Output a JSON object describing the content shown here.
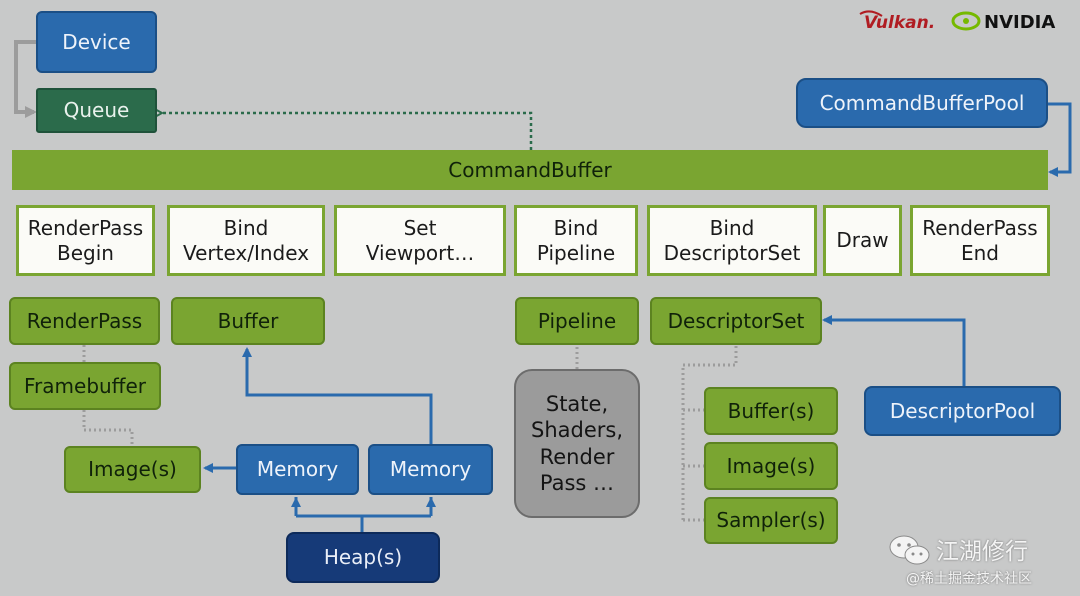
{
  "logos": {
    "vulkan": "Vulkan.",
    "nvidia": "NVIDIA"
  },
  "nodes": {
    "device": "Device",
    "queue": "Queue",
    "command_buffer_pool": "CommandBufferPool",
    "command_buffer": "CommandBuffer",
    "renderpass_begin": "RenderPass\nBegin",
    "bind_vertex_index": "Bind\nVertex/Index",
    "set_viewport": "Set\nViewport…",
    "bind_pipeline": "Bind\nPipeline",
    "bind_descriptor_set": "Bind\nDescriptorSet",
    "draw": "Draw",
    "renderpass_end": "RenderPass\nEnd",
    "renderpass": "RenderPass",
    "buffer": "Buffer",
    "pipeline": "Pipeline",
    "descriptor_set": "DescriptorSet",
    "framebuffer": "Framebuffer",
    "state_shaders": "State,\nShaders,\nRender\nPass …",
    "buffers": "Buffer(s)",
    "descriptor_pool": "DescriptorPool",
    "images_left": "Image(s)",
    "memory_1": "Memory",
    "memory_2": "Memory",
    "images_right": "Image(s)",
    "samplers": "Sampler(s)",
    "heaps": "Heap(s)"
  },
  "watermark": {
    "title": "江湖修行",
    "source": "@稀土掘金技术社区"
  },
  "colors": {
    "background": "#c8c9c9",
    "blue": "#2a6aad",
    "dark_blue": "#163a78",
    "green": "#7aa531",
    "teal_green": "#2b6b4b",
    "gray": "#9b9b9b",
    "vulkan_red": "#b01c22",
    "nvidia_green": "#76b900"
  }
}
